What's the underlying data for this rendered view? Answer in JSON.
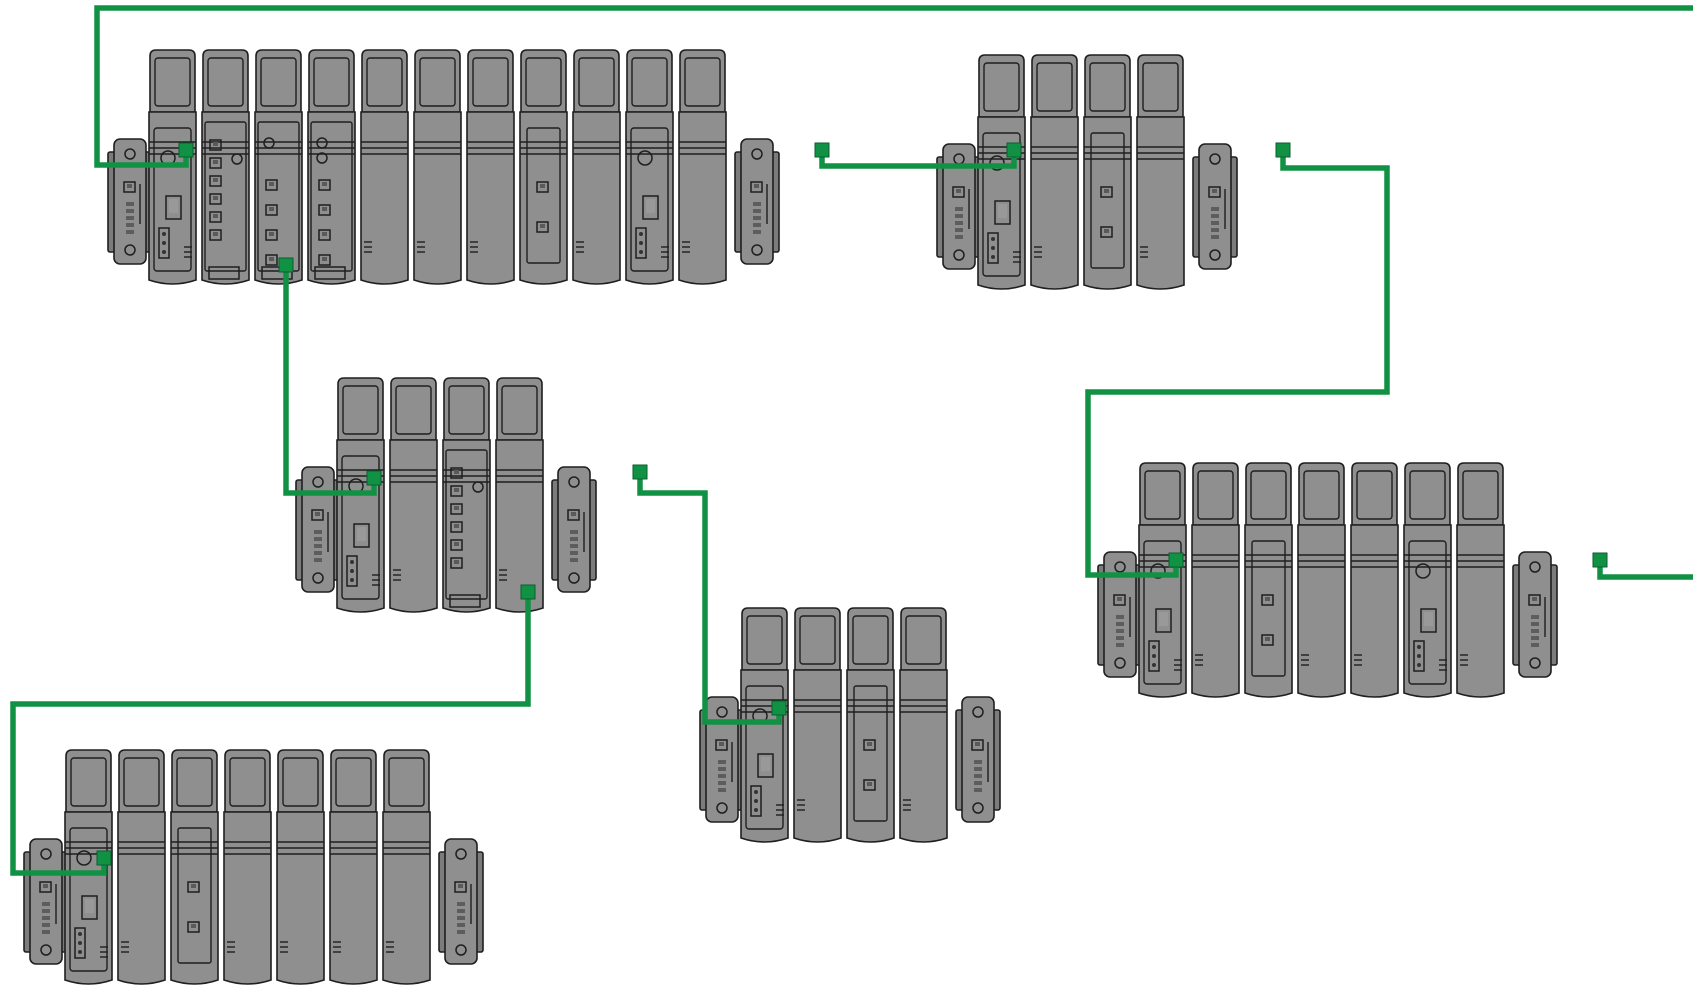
{
  "colors": {
    "module_fill": "#8f8f8f",
    "module_shade": "#7c7c7c",
    "outline": "#1f1f1f",
    "cable": "#119144",
    "port_accent": "#119144",
    "background": "#ffffff"
  },
  "racks": [
    {
      "id": "rack-1",
      "modules": [
        "cpu",
        "switch",
        "comm-io",
        "comm-io2",
        "blank",
        "blank",
        "blank",
        "io",
        "blank",
        "cpu",
        "blank"
      ]
    },
    {
      "id": "rack-2",
      "modules": [
        "cpu",
        "blank",
        "io",
        "blank"
      ]
    },
    {
      "id": "rack-3",
      "modules": [
        "cpu",
        "blank",
        "switch",
        "blank"
      ]
    },
    {
      "id": "rack-4",
      "modules": [
        "cpu",
        "blank",
        "io",
        "blank"
      ]
    },
    {
      "id": "rack-5",
      "modules": [
        "cpu",
        "blank",
        "io",
        "blank",
        "blank",
        "cpu",
        "blank"
      ]
    },
    {
      "id": "rack-6",
      "modules": [
        "cpu",
        "blank",
        "io",
        "blank",
        "blank",
        "blank",
        "blank"
      ]
    }
  ],
  "cables": [
    {
      "id": "cable-ring-top",
      "from": "external",
      "to": "rack-1"
    },
    {
      "id": "cable-rack1-rack2",
      "from": "rack-1",
      "to": "rack-2"
    },
    {
      "id": "cable-rack2-rack5",
      "from": "rack-2",
      "to": "rack-5"
    },
    {
      "id": "cable-rack5-out",
      "from": "rack-5",
      "to": "external"
    },
    {
      "id": "cable-rack1-rack3",
      "from": "rack-1",
      "to": "rack-3"
    },
    {
      "id": "cable-rack3-rack4",
      "from": "rack-3",
      "to": "rack-4"
    },
    {
      "id": "cable-rack3-rack6",
      "from": "rack-3",
      "to": "rack-6"
    }
  ]
}
